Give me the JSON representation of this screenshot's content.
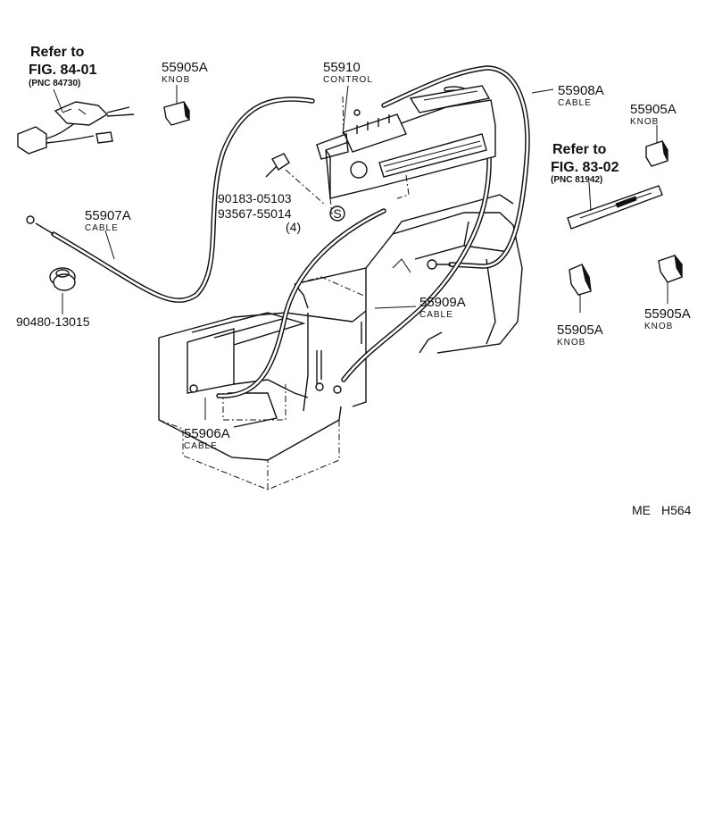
{
  "labels": {
    "ref_84": {
      "line1": "Refer to",
      "line2": "FIG. 84-01",
      "line3": "(PNC 84730)"
    },
    "ref_83": {
      "line1": "Refer to",
      "line2": "FIG. 83-02",
      "line3": "(PNC 81942)"
    },
    "knob_top": {
      "pn": "55905A",
      "word": "KNOB"
    },
    "control": {
      "pn": "55910",
      "word": "CONTROL"
    },
    "cable_55908": {
      "pn": "55908A",
      "word": "CABLE"
    },
    "knob_right_top": {
      "pn": "55905A",
      "word": "KNOB"
    },
    "cable_55907": {
      "pn": "55907A",
      "word": "CABLE"
    },
    "screw": {
      "pn": "90183-05103"
    },
    "clip": {
      "pn": "93567-55014",
      "qty": "(4)",
      "symbol": "S"
    },
    "grommet": {
      "pn": "90480-13015"
    },
    "cable_55909": {
      "pn": "55909A",
      "word": "CABLE"
    },
    "knob_mid": {
      "pn": "55905A",
      "word": "KNOB"
    },
    "knob_right": {
      "pn": "55905A",
      "word": "KNOB"
    },
    "cable_55906": {
      "pn": "55906A",
      "word": "CABLE"
    },
    "code": {
      "left": "ME",
      "right": "H564"
    }
  }
}
